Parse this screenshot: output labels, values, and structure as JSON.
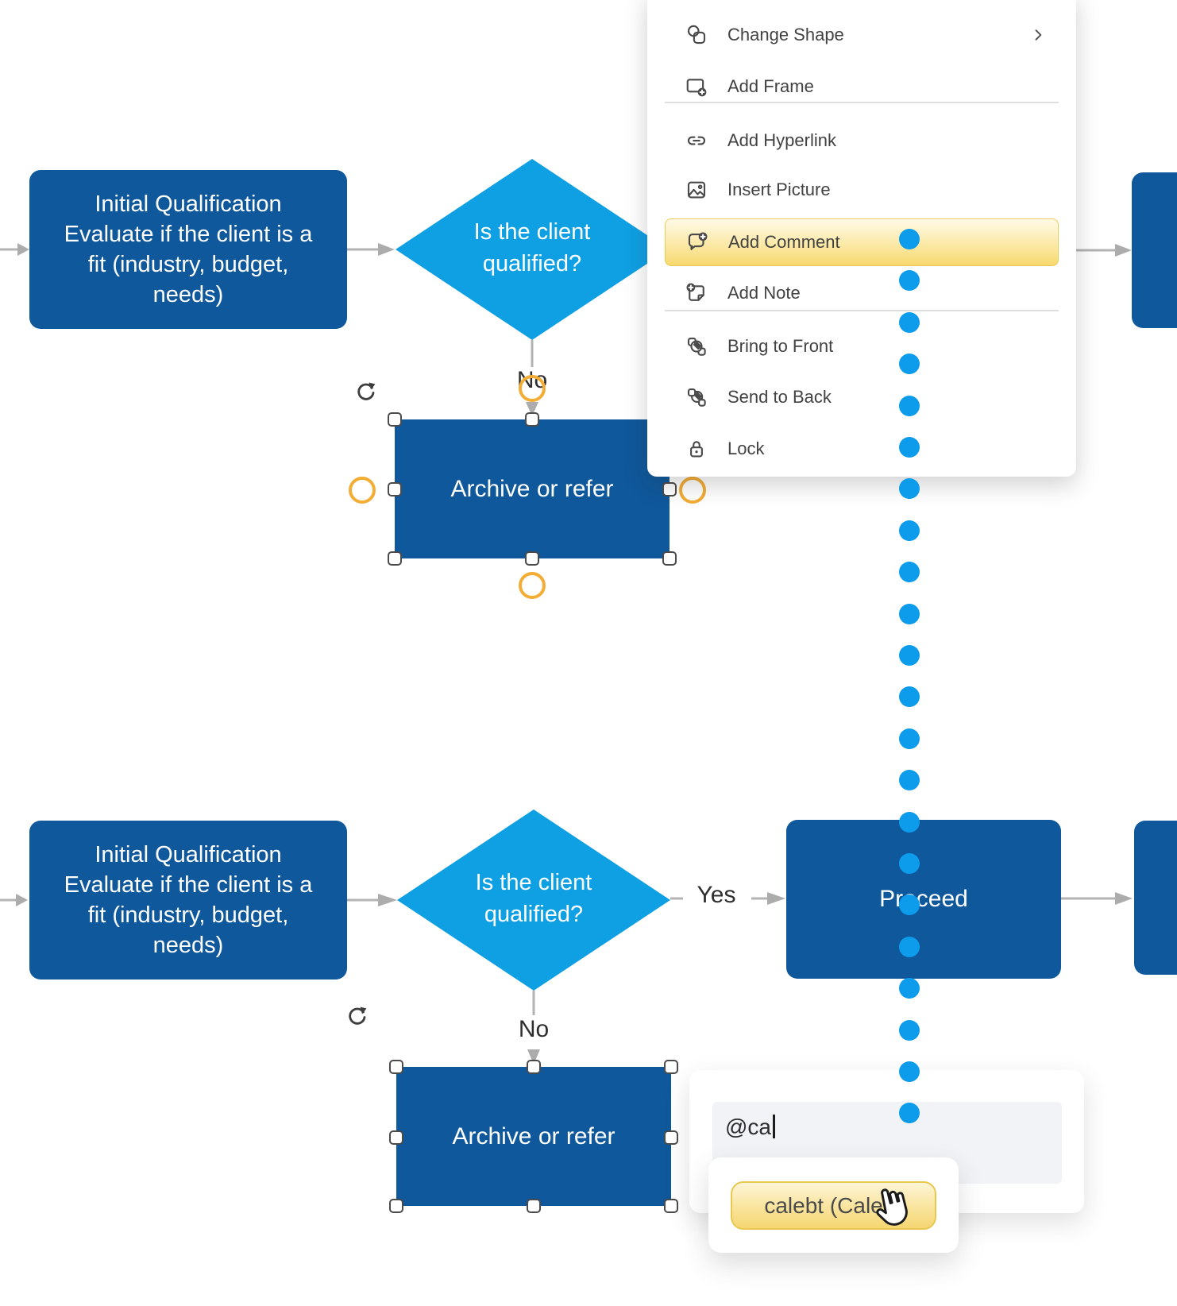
{
  "colors": {
    "node_blue": "#0F589B",
    "diamond_blue": "#0FA0E4",
    "dot_blue": "#0D9CEC",
    "selection_ring_yellow": "#F3AC34",
    "highlight_border_yellow": "#EACB58",
    "connector_gray": "#B3B3B3"
  },
  "context_menu": {
    "items": [
      {
        "label": "Change Shape",
        "icon": "change-shape-icon",
        "has_submenu": true
      },
      {
        "label": "Add Frame",
        "icon": "add-frame-icon"
      },
      {
        "label": "Add Hyperlink",
        "icon": "add-hyperlink-icon"
      },
      {
        "label": "Insert Picture",
        "icon": "insert-picture-icon"
      },
      {
        "label": "Add Comment",
        "icon": "add-comment-icon",
        "highlighted": true
      },
      {
        "label": "Add Note",
        "icon": "add-note-icon"
      },
      {
        "label": "Bring to Front",
        "icon": "bring-to-front-icon"
      },
      {
        "label": "Send to Back",
        "icon": "send-to-back-icon"
      },
      {
        "label": "Lock",
        "icon": "lock-icon"
      }
    ]
  },
  "flowchart": {
    "start": {
      "lines": [
        "Initial Qualification",
        "Evaluate if the client is a",
        "fit (industry, budget,",
        "needs)"
      ]
    },
    "decision": {
      "lines": [
        "Is the client",
        "qualified?"
      ]
    },
    "archive_label": "Archive or refer",
    "proceed_label": "Proceed",
    "no_label": "No",
    "yes_label": "Yes"
  },
  "comment_popup": {
    "input_value": "@ca",
    "suggestion": "calebt (Caleb)"
  },
  "comment_trail": {
    "dot_count": 22,
    "dot_color": "#0D9CEC"
  }
}
